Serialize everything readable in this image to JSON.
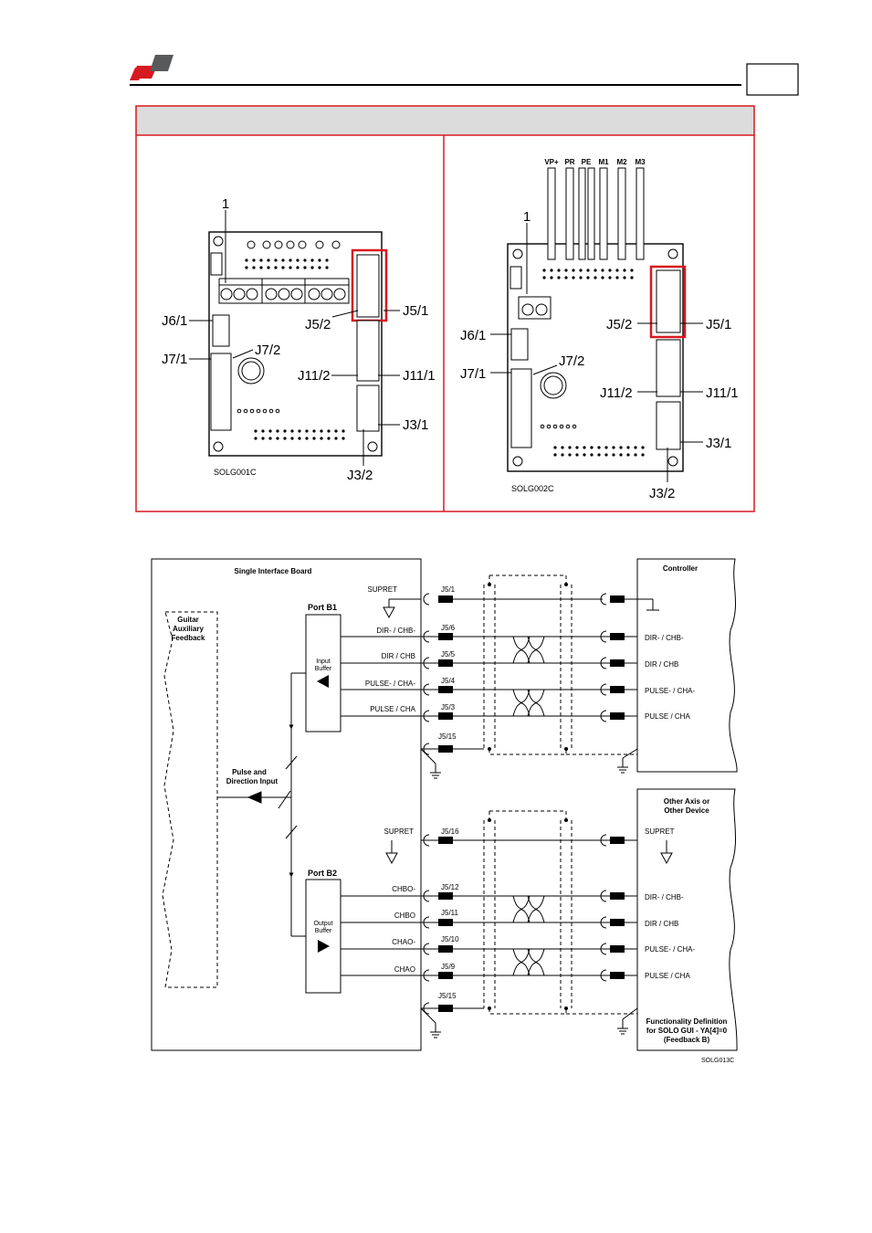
{
  "header": {
    "page_box": "",
    "section_bar": ""
  },
  "colors": {
    "accent_red": "#d71920",
    "logo_gray": "#58595b",
    "bar_gray": "#dcdcdc"
  },
  "figure1": {
    "left": {
      "label_1": "1",
      "j6_1": "J6/1",
      "j7_1": "J7/1",
      "j7_2": "J7/2",
      "j5_2": "J5/2",
      "j5_1": "J5/1",
      "j11_2": "J11/2",
      "j11_1": "J11/1",
      "j3_1": "J3/1",
      "j3_2": "J3/2",
      "code": "SOLG001C"
    },
    "right": {
      "top_pins": [
        "VP+",
        "PR",
        "PE",
        "M1",
        "M2",
        "M3"
      ],
      "label_1": "1",
      "j6_1": "J6/1",
      "j7_1": "J7/1",
      "j7_2": "J7/2",
      "j5_2": "J5/2",
      "j5_1": "J5/1",
      "j11_2": "J11/2",
      "j11_1": "J11/1",
      "j3_1": "J3/1",
      "j3_2": "J3/2",
      "code": "SOLG002C"
    }
  },
  "figure2": {
    "board_title": "Single Interface Board",
    "aux_feedback": [
      "Guitar",
      "Auxiliary",
      "Feedback"
    ],
    "pulse_dir": [
      "Pulse and",
      "Direction Input"
    ],
    "port_b1": "Port B1",
    "port_b2": "Port B2",
    "input_buffer": [
      "Input",
      "Buffer"
    ],
    "output_buffer": [
      "Output",
      "Buffer"
    ],
    "controller": "Controller",
    "other_axis": [
      "Other Axis or",
      "Other Device"
    ],
    "func_def": [
      "Functionality Definition",
      "for SOLO GUI - YA[4]=0",
      "(Feedback B)"
    ],
    "code": "SOLG013C",
    "top_signals": [
      {
        "name": "SUPRET",
        "pin": "J5/1",
        "right": ""
      },
      {
        "name": "DIR- / CHB-",
        "pin": "J5/6",
        "right": "DIR- / CHB-"
      },
      {
        "name": "DIR / CHB",
        "pin": "J5/5",
        "right": "DIR / CHB"
      },
      {
        "name": "PULSE- / CHA-",
        "pin": "J5/4",
        "right": "PULSE- / CHA-"
      },
      {
        "name": "PULSE / CHA",
        "pin": "J5/3",
        "right": "PULSE / CHA"
      },
      {
        "name": "",
        "pin": "J5/15",
        "right": ""
      }
    ],
    "bottom_signals": [
      {
        "name": "SUPRET",
        "pin": "J5/16",
        "right": "SUPRET"
      },
      {
        "name": "CHBO-",
        "pin": "J5/12",
        "right": "DIR- / CHB-"
      },
      {
        "name": "CHBO",
        "pin": "J5/11",
        "right": "DIR / CHB"
      },
      {
        "name": "CHAO-",
        "pin": "J5/10",
        "right": "PULSE- / CHA-"
      },
      {
        "name": "CHAO",
        "pin": "J5/9",
        "right": "PULSE / CHA"
      },
      {
        "name": "",
        "pin": "J5/15",
        "right": ""
      }
    ]
  }
}
